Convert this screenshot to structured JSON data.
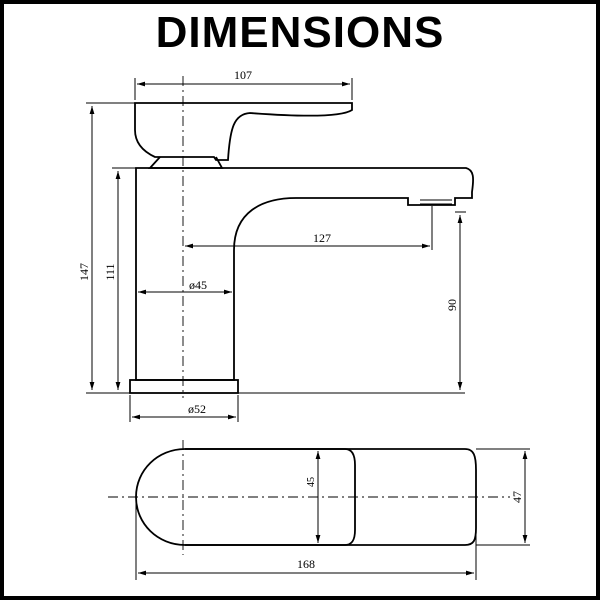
{
  "title": "DIMENSIONS",
  "dimensions": {
    "handle_width": "107",
    "spout_reach": "127",
    "total_height": "147",
    "body_height": "111",
    "spout_height": "90",
    "body_diameter": "ø45",
    "base_diameter": "ø52",
    "plan_length": "168",
    "plan_width": "47",
    "plan_handle_width": "45"
  }
}
